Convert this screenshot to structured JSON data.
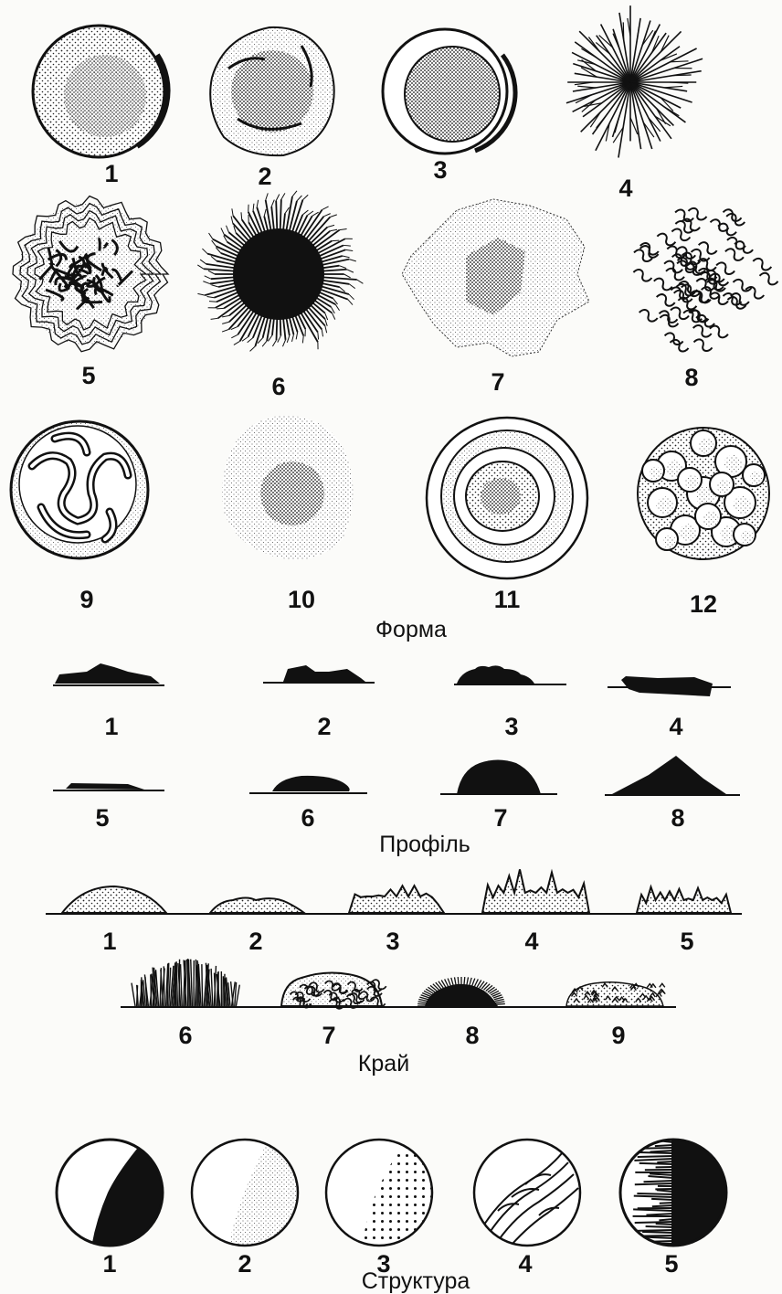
{
  "sections": [
    {
      "id": "form",
      "caption": "Форма",
      "labels": [
        "1",
        "2",
        "3",
        "4",
        "5",
        "6",
        "7",
        "8",
        "9",
        "10",
        "11",
        "12"
      ]
    },
    {
      "id": "profile",
      "caption": "Профіль",
      "labels": [
        "1",
        "2",
        "3",
        "4",
        "5",
        "6",
        "7",
        "8"
      ]
    },
    {
      "id": "edge",
      "caption": "Край",
      "labels": [
        "1",
        "2",
        "3",
        "4",
        "5",
        "6",
        "7",
        "8",
        "9"
      ]
    },
    {
      "id": "structure",
      "caption": "Структура",
      "labels": [
        "1",
        "2",
        "3",
        "4",
        "5"
      ]
    }
  ]
}
